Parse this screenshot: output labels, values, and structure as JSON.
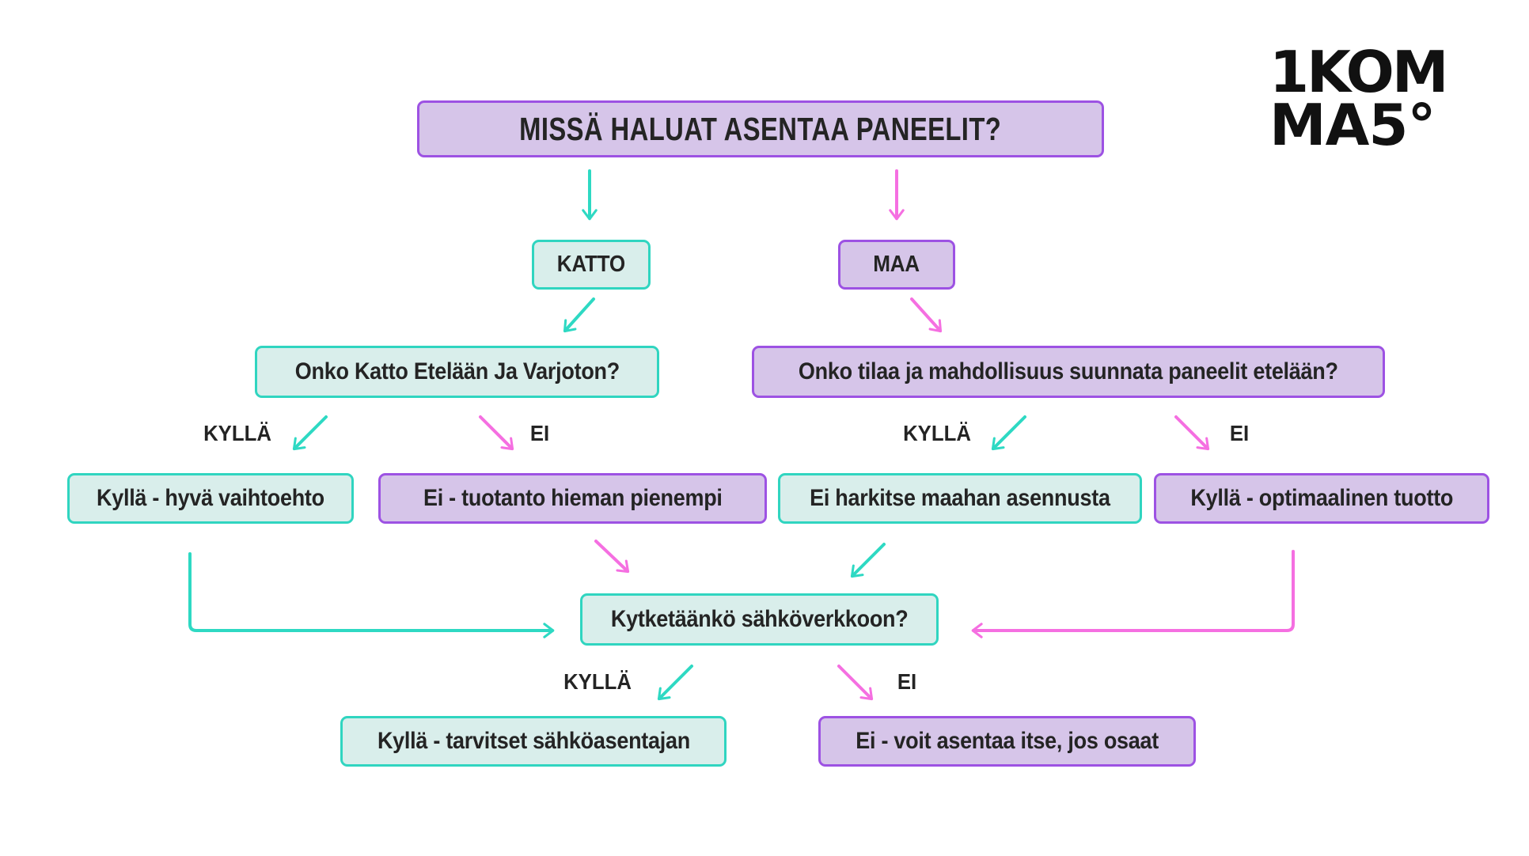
{
  "logo": {
    "line1": "1KOM",
    "line2": "MA5°"
  },
  "colors": {
    "teal_border": "#30D5C0",
    "teal_fill": "#D9EEEB",
    "purple_border": "#9D52E3",
    "purple_fill": "#D6C5E9",
    "arrow_teal": "#2ED9C3",
    "arrow_pink": "#F56FE1",
    "text": "#242424",
    "background": "#FFFFFF"
  },
  "flowchart": {
    "title": "MISSÄ HALUAT ASENTAA PANEELIT?",
    "labels": {
      "yes": "KYLLÄ",
      "no": "EI"
    },
    "nodes": {
      "katto": {
        "label": "KATTO",
        "variant": "teal"
      },
      "maa": {
        "label": "MAA",
        "variant": "purple"
      },
      "q_katto": {
        "label": "Onko Katto Etelään Ja Varjoton?",
        "variant": "teal"
      },
      "q_maa": {
        "label": "Onko tilaa ja mahdollisuus suunnata paneelit etelään?",
        "variant": "purple"
      },
      "a_katto_yes": {
        "label": "Kyllä - hyvä vaihtoehto",
        "variant": "teal"
      },
      "a_katto_no": {
        "label": "Ei - tuotanto hieman pienempi",
        "variant": "purple"
      },
      "a_maa_yes": {
        "label": "Ei harkitse maahan asennusta",
        "variant": "teal"
      },
      "a_maa_no": {
        "label": "Kyllä - optimaalinen tuotto",
        "variant": "purple"
      },
      "q_grid": {
        "label": "Kytketäänkö sähköverkkoon?",
        "variant": "teal"
      },
      "a_grid_yes": {
        "label": "Kyllä - tarvitset sähköasentajan",
        "variant": "teal"
      },
      "a_grid_no": {
        "label": "Ei - voit asentaa itse, jos osaat",
        "variant": "purple"
      }
    }
  }
}
